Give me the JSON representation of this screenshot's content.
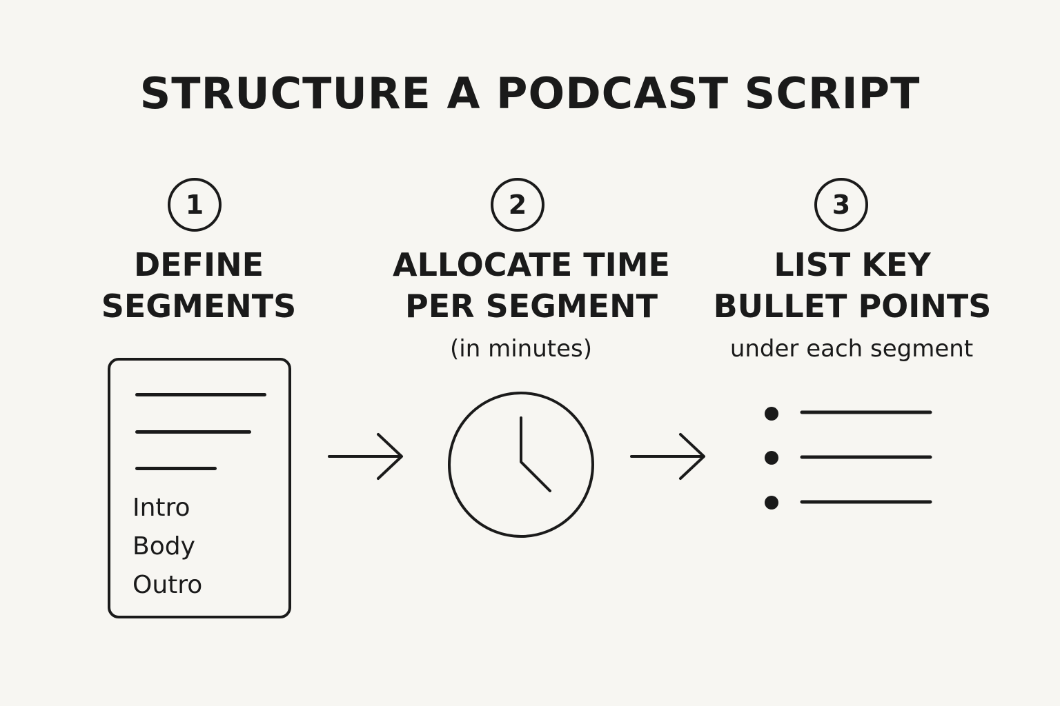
{
  "title": "STRUCTURE A PODCAST SCRIPT",
  "steps": [
    {
      "number": "1",
      "heading_line1": "DEFINE",
      "heading_line2": "SEGMENTS",
      "segments": [
        "Intro",
        "Body",
        "Outro"
      ]
    },
    {
      "number": "2",
      "heading_line1": "ALLOCATE TIME",
      "heading_line2": "PER SEGMENT",
      "subtitle": "(in minutes)",
      "icon": "clock-icon"
    },
    {
      "number": "3",
      "heading_line1": "LIST KEY",
      "heading_line2": "BULLET POINTS",
      "subtitle": "under each segment",
      "icon": "bullet-list-icon"
    }
  ],
  "colors": {
    "background": "#f7f6f2",
    "ink": "#1a1a1a"
  }
}
